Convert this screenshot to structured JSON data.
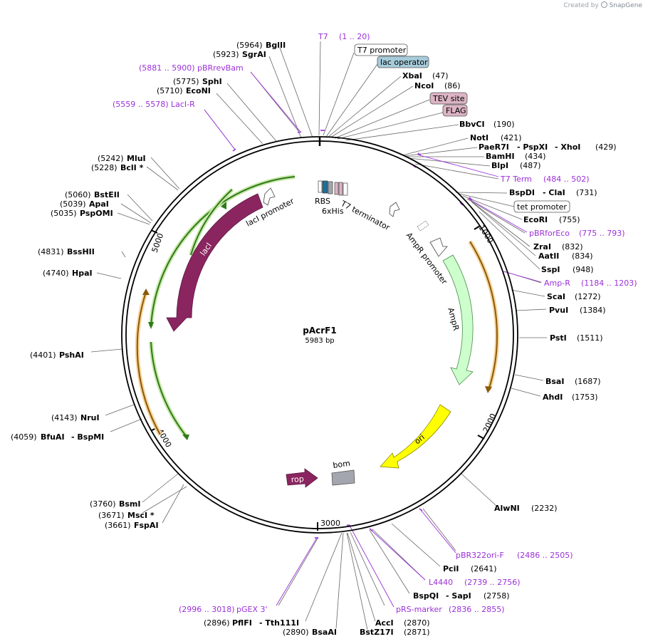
{
  "credit": {
    "created_by": "Created by",
    "brand": "SnapGene",
    "logo_icon": "snapgene-logo-icon"
  },
  "plasmid": {
    "name": "pAcrF1",
    "size": "5983 bp"
  },
  "ticks": [
    "1000",
    "2000",
    "3000",
    "4000",
    "5000"
  ],
  "features": {
    "laci": "lacI",
    "laci_promoter": "lacI promoter",
    "ampr": "AmpR",
    "ampr_promoter": "AmpR promoter",
    "ori": "ori",
    "rop": "rop",
    "bom": "bom",
    "rbs": "RBS",
    "his": "6xHis",
    "t7_terminator": "T7 terminator"
  },
  "colors": {
    "backbone": "#000000",
    "laci": "#8b2560",
    "ampr": "#ccffcc",
    "ori": "#ffff00",
    "bom": "#a3a6ae",
    "primer": "#9b30d9",
    "orf_green": "#98d468",
    "orf_orange": "#f2b25a",
    "lac_operator": "#a6cbd9",
    "tev_flag": "#dcb4c4"
  },
  "labels": {
    "t7_name": "T7",
    "t7_range": "(1 .. 20)",
    "t7_promoter": "T7 promoter",
    "lac_operator": "lac operator",
    "xbai": "XbaI",
    "xbai_pos": "(47)",
    "ncoi": "NcoI",
    "ncoi_pos": "(86)",
    "tev_site": "TEV site",
    "flag": "FLAG",
    "bbvci": "BbvCI",
    "bbvci_pos": "(190)",
    "noti": "NotI",
    "noti_pos": "(421)",
    "paer7i": "PaeR7I",
    "pspxi": "- PspXI",
    "xhoi": "- XhoI",
    "xhoi_pos": "(429)",
    "bamhi": "BamHI",
    "bamhi_pos": "(434)",
    "blpi": "BlpI",
    "blpi_pos": "(487)",
    "t7_term_name": "T7 Term",
    "t7_term_range": "(484 .. 502)",
    "bspdi": "BspDI",
    "clai": "- ClaI",
    "clai_pos": "(731)",
    "tet_promoter": "tet promoter",
    "ecori": "EcoRI",
    "ecori_pos": "(755)",
    "pbrforeco_name": "pBRforEco",
    "pbrforeco_range": "(775 .. 793)",
    "zrai": "ZraI",
    "zrai_pos": "(832)",
    "aatii": "AatII",
    "aatii_pos": "(834)",
    "sspi": "SspI",
    "sspi_pos": "(948)",
    "ampr_primer_name": "Amp-R",
    "ampr_primer_range": "(1184 .. 1203)",
    "scai": "ScaI",
    "scai_pos": "(1272)",
    "pvui": "PvuI",
    "pvui_pos": "(1384)",
    "psti": "PstI",
    "psti_pos": "(1511)",
    "bsai": "BsaI",
    "bsai_pos": "(1687)",
    "ahdi": "AhdI",
    "ahdi_pos": "(1753)",
    "alwni": "AlwNI",
    "alwni_pos": "(2232)",
    "pbr322ori_name": "pBR322ori-F",
    "pbr322ori_range": "(2486 .. 2505)",
    "pcii": "PciI",
    "pcii_pos": "(2641)",
    "l4440_name": "L4440",
    "l4440_range": "(2739 .. 2756)",
    "bspqi": "BspQI",
    "sapi": "- SapI",
    "sapi_pos": "(2758)",
    "prs_name": "pRS-marker",
    "prs_range": "(2836 .. 2855)",
    "acci": "AccI",
    "acci_pos": "(2870)",
    "bstz17i": "BstZ17I",
    "bstz17i_pos": "(2871)",
    "bsaai_pos": "(2890)",
    "bsaai": "BsaAI",
    "pflfi_pos": "(2896)",
    "pflfi": "PflFI",
    "tth111i": "- Tth111I",
    "pgex3_range": "(2996 .. 3018)",
    "pgex3_name": "pGEX 3'",
    "fspai_pos": "(3661)",
    "fspai": "FspAI",
    "msci_pos": "(3671)",
    "msci": "MscI *",
    "bsmi_pos": "(3760)",
    "bsmi": "BsmI",
    "bfuai_pos": "(4059)",
    "bfuai": "BfuAI",
    "bspmi": "- BspMI",
    "grui_pos": "(4143)",
    "nrui": "NruI",
    "pshai_pos": "(4401)",
    "pshai": "PshAI",
    "hpai_pos": "(4740)",
    "hpai": "HpaI",
    "bsshii_pos": "(4831)",
    "bsshii": "BssHII",
    "pspomi_pos": "(5035)",
    "pspomi": "PspOMI",
    "apai_pos": "(5039)",
    "apai": "ApaI",
    "bsteii_pos": "(5060)",
    "bsteii": "BstEII",
    "bcli_pos": "(5228)",
    "bcli": "BclI *",
    "mlui_pos": "(5242)",
    "mlui": "MluI",
    "laci_r_range": "(5559 .. 5578)",
    "laci_r_name": "LacI-R",
    "econi_pos": "(5710)",
    "econi": "EcoNI",
    "sphi_pos": "(5775)",
    "sphi": "SphI",
    "pbrrevbam_range": "(5881 .. 5900)",
    "pbrrevbam_name": "pBRrevBam",
    "sgrai_pos": "(5923)",
    "sgrai": "SgrAI",
    "bglii_pos": "(5964)",
    "bglii": "BglII"
  }
}
